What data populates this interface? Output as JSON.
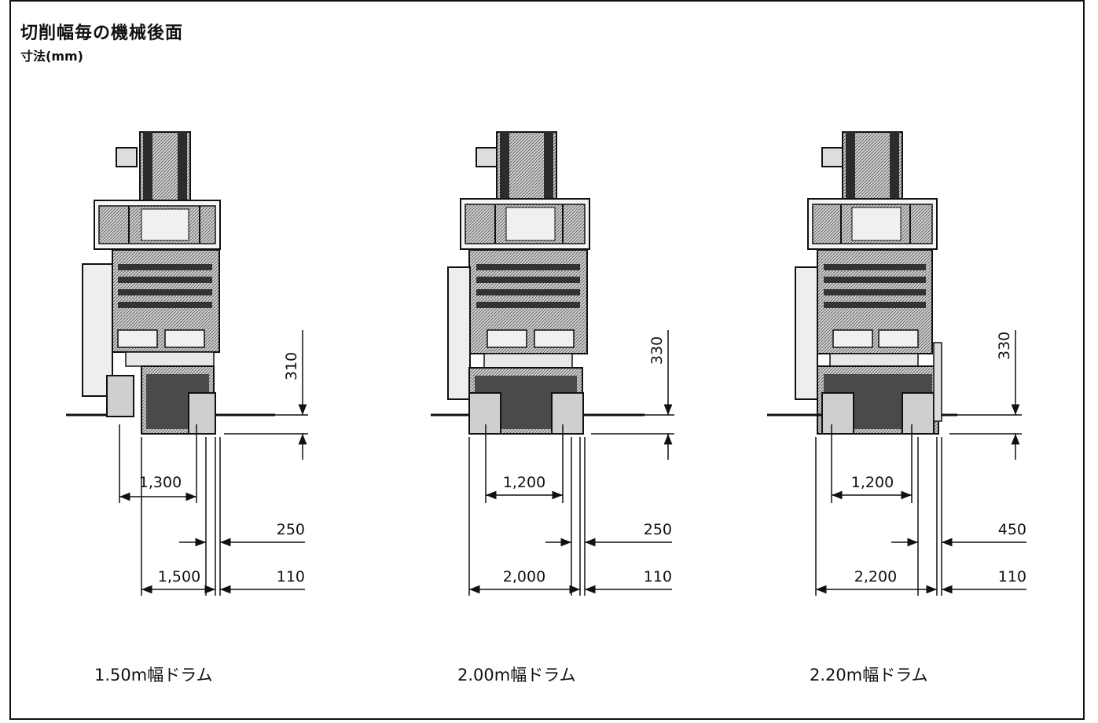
{
  "header": {
    "title": "切削幅毎の機械後面",
    "subtitle": "寸法(mm)"
  },
  "panels": [
    {
      "caption": "1.50m幅ドラム",
      "dims": {
        "height": "310",
        "inner": "1,300",
        "offset": "250",
        "width": "1,500",
        "side": "110"
      }
    },
    {
      "caption": "2.00m幅ドラム",
      "dims": {
        "height": "330",
        "inner": "1,200",
        "offset": "250",
        "width": "2,000",
        "side": "110"
      }
    },
    {
      "caption": "2.20m幅ドラム",
      "dims": {
        "height": "330",
        "inner": "1,200",
        "offset": "450",
        "width": "2,200",
        "side": "110"
      }
    }
  ],
  "colors": {
    "line": "#111111",
    "shade": "#8a8a8a",
    "dark": "#3a3a3a"
  }
}
